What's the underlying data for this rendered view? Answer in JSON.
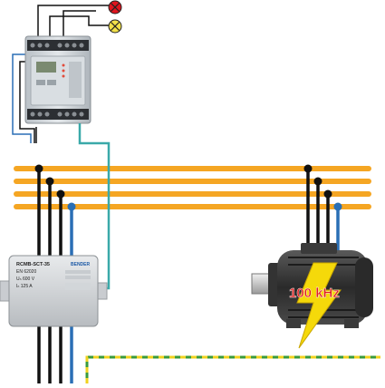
{
  "indicators": {
    "alarm_lamp_color": "#e0141e",
    "warning_lamp_color": "#f2e14a"
  },
  "busbar": {
    "color": "#f5a623",
    "conductor_count": 4
  },
  "wire_colors": {
    "phase": "#111111",
    "neutral": "#2a6fb5",
    "signal": "#3aa9a9",
    "earth_green": "#3a9a3a",
    "earth_yellow": "#f0d21e"
  },
  "monitoring_device": {
    "body_color": "#cdd3d8"
  },
  "current_transformer": {
    "model": "RCMB-SCT-35",
    "brand": "BENDER",
    "standard": "EN 62020",
    "voltage": "Uₙ 600 V",
    "current": "Iₙ 125 A"
  },
  "motor": {
    "body_color": "#3b3b3b",
    "frequency_label": "100 kHz",
    "lightning_color": "#f5d90a"
  }
}
